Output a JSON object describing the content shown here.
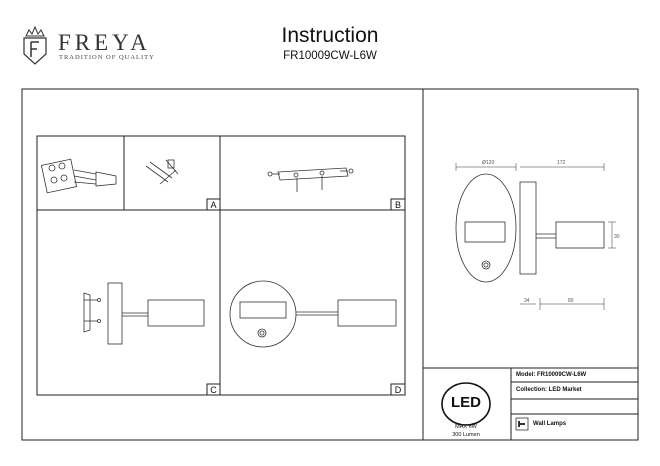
{
  "brand": {
    "name": "FREYA",
    "tagline": "TRADITION OF QUALITY"
  },
  "header": {
    "title": "Instruction",
    "model": "FR10009CW-L6W"
  },
  "steps": {
    "a": "A",
    "b": "B",
    "c": "C",
    "d": "D"
  },
  "led_badge": {
    "label": "LED",
    "power": "MAX 6W",
    "lumen": "300 Lumen"
  },
  "info": {
    "model": "Model: FR10009CW-L6W",
    "collection": "Collection: LED Market",
    "category": "Wall Lamps"
  },
  "dimensions": {
    "width": "Ø120",
    "length": "172",
    "height": "30",
    "arm": "80",
    "depth": "34"
  }
}
